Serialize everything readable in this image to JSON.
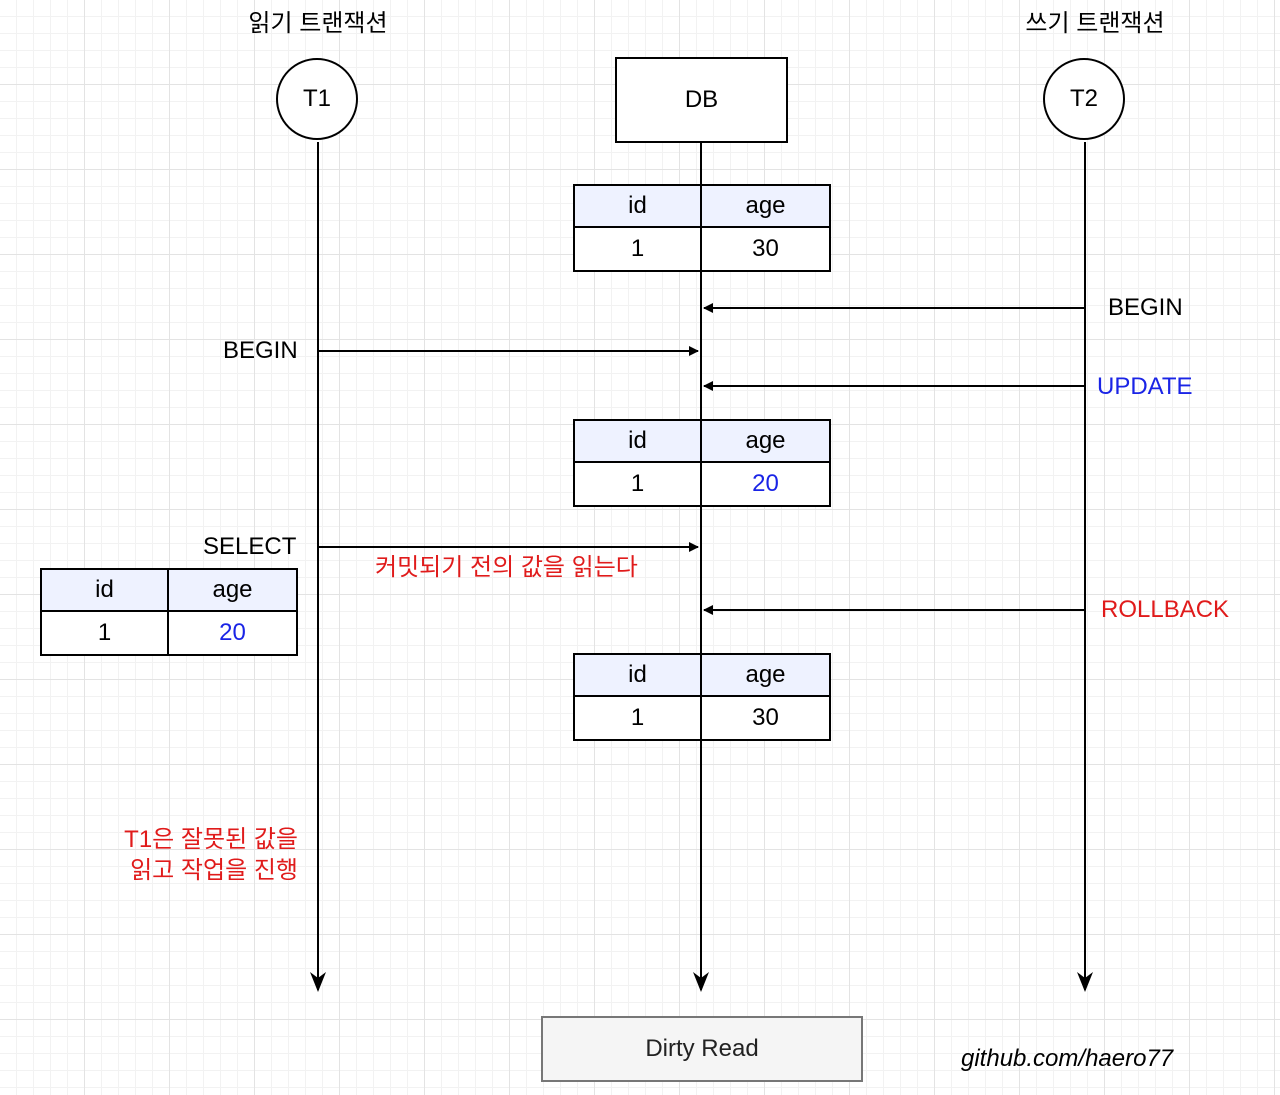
{
  "header": {
    "left_title": "읽기 트랜잭션",
    "right_title": "쓰기 트랜잭션"
  },
  "nodes": {
    "t1": "T1",
    "db": "DB",
    "t2": "T2"
  },
  "tables": [
    {
      "headers": [
        "id",
        "age"
      ],
      "row": [
        "1",
        "30"
      ]
    },
    {
      "headers": [
        "id",
        "age"
      ],
      "row": [
        "1",
        "20"
      ]
    },
    {
      "headers": [
        "id",
        "age"
      ],
      "row": [
        "1",
        "20"
      ]
    },
    {
      "headers": [
        "id",
        "age"
      ],
      "row": [
        "1",
        "30"
      ]
    }
  ],
  "messages": {
    "t2_begin": "BEGIN",
    "t1_begin": "BEGIN",
    "t2_update": "UPDATE",
    "t1_select": "SELECT",
    "select_note": "커밋되기 전의 값을 읽는다",
    "t2_rollback": "ROLLBACK"
  },
  "note": {
    "line1": "T1은 잘못된 값을",
    "line2": "읽고 작업을 진행"
  },
  "caption": "Dirty Read",
  "credit": "github.com/haero77",
  "colors": {
    "update_blue": "#1a24e6",
    "warning_red": "#e01b1b",
    "table_header_bg": "#eef2ff"
  }
}
